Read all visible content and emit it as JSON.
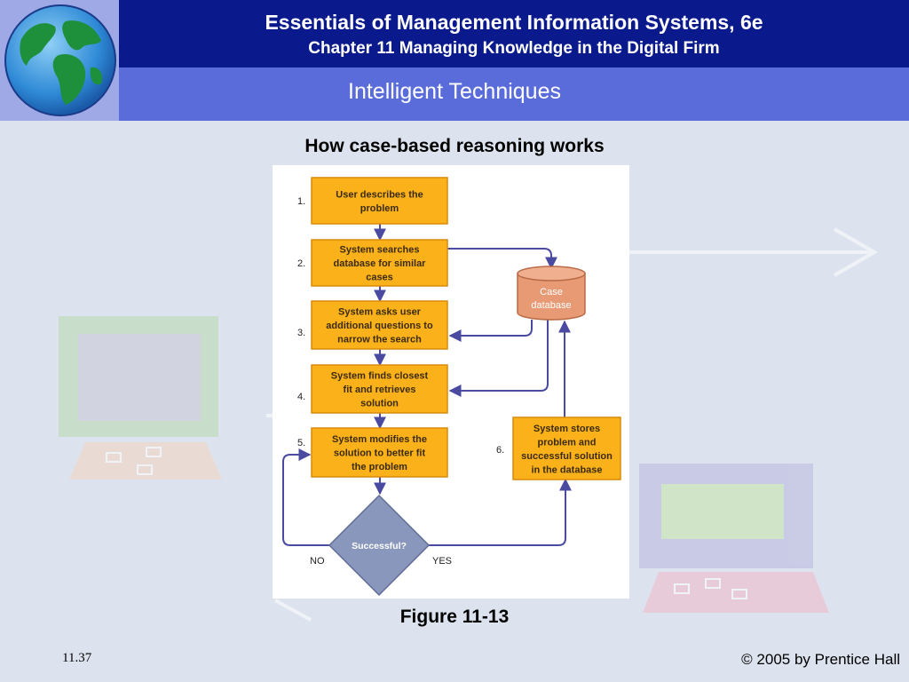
{
  "header": {
    "book_title": "Essentials of Management Information Systems, 6e",
    "chapter_title": "Chapter 11 Managing Knowledge in the Digital Firm",
    "slide_title": "Intelligent Techniques"
  },
  "figure": {
    "heading": "How case-based reasoning works",
    "caption": "Figure 11-13",
    "steps": [
      {
        "number": "1.",
        "lines": [
          "User describes the",
          "problem"
        ]
      },
      {
        "number": "2.",
        "lines": [
          "System searches",
          "database for similar",
          "cases"
        ]
      },
      {
        "number": "3.",
        "lines": [
          "System asks user",
          "additional questions to",
          "narrow the search"
        ]
      },
      {
        "number": "4.",
        "lines": [
          "System finds closest",
          "fit and retrieves",
          "solution"
        ]
      },
      {
        "number": "5.",
        "lines": [
          "System modifies the",
          "solution to better fit",
          "the problem"
        ]
      },
      {
        "number": "6.",
        "lines": [
          "System stores",
          "problem and",
          "successful solution",
          "in the database"
        ]
      }
    ],
    "database_lines": [
      "Case",
      "database"
    ],
    "decision": "Successful?",
    "no_label": "NO",
    "yes_label": "YES",
    "colors": {
      "step_fill": "#fbb21a",
      "step_border": "#d98a0b",
      "database_fill": "#e79a74",
      "decision_fill": "#8a97bd",
      "arrow": "#4a4aa0"
    }
  },
  "footer": {
    "slide_number": "11.37",
    "copyright": "© 2005 by Prentice Hall"
  }
}
